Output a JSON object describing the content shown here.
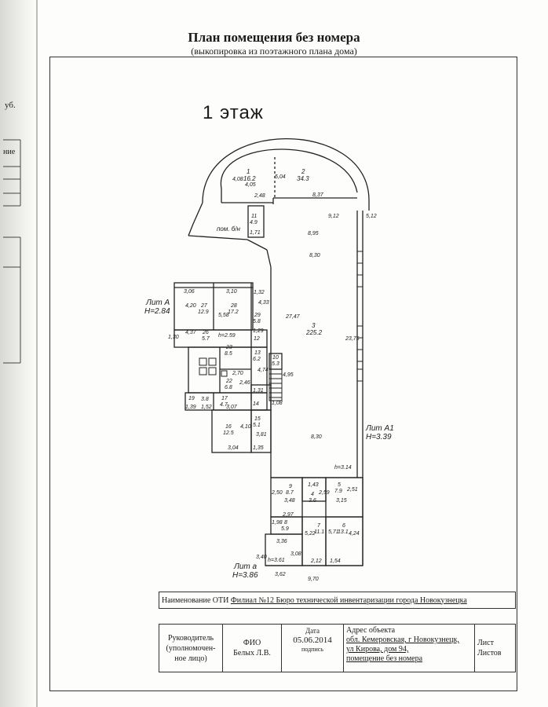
{
  "doc": {
    "title": "План помещения без номера",
    "subtitle": "(выкопировка из поэтажного плана дома)",
    "floor_label": "1 этаж"
  },
  "left_margin": {
    "frag_1": "уб.",
    "frag_2": "ние"
  },
  "plan_labels": {
    "lit_a": "Лит А",
    "h_a": "H=2.84",
    "lit_a1": "Лит А1",
    "h_a1": "H=3.39",
    "lit_a_small": "Лит а",
    "h_a_small": "H=3.86",
    "pom_bn": "пом. б/н",
    "room_1": "1",
    "area_1": "16.2",
    "room_2": "2",
    "area_2": "34.3",
    "room_3": "3",
    "area_3": "225.2",
    "room_5": "5",
    "area_5": "7.9",
    "room_6": "6",
    "area_6": "13.1",
    "room_7": "7",
    "area_7": "11.1",
    "room_8": "8",
    "area_8": "5.9",
    "room_9": "9",
    "area_9": "8.7",
    "room_4": "4",
    "area_4": "3.6",
    "room_10": "10",
    "area_10": "5.3",
    "room_11": "11",
    "area_11": "4.9",
    "room_12": "12",
    "room_13": "13",
    "area_13": "6.2",
    "room_14": "14",
    "room_15": "15",
    "area_15": "5.1",
    "room_16": "16",
    "area_16": "12.5",
    "room_17": "17",
    "area_17": "4.7",
    "room_19": "19",
    "area_19": "3.8",
    "room_22": "22",
    "area_22": "6.8",
    "room_23": "23",
    "area_23": "8.5",
    "room_26": "26",
    "area_26": "5.7",
    "room_27": "27",
    "area_27": "12.9",
    "room_28": "28",
    "area_28": "17.2",
    "room_29": "29",
    "area_29": "5.8",
    "h_259": "h=2.59",
    "h_314": "h=3.14",
    "h_361": "h=3.61",
    "d_408": "4,08",
    "d_405": "4,05",
    "d_504": "5,04",
    "d_248": "2,48",
    "d_837": "8,37",
    "d_912": "9,12",
    "d_512": "5,12",
    "d_895": "8,95",
    "d_830a": "8,30",
    "d_2747": "27,47",
    "d_2375": "23,75",
    "d_830b": "8,30",
    "d_171": "1,71",
    "d_306": "3,06",
    "d_310": "3,10",
    "d_132": "1,32",
    "d_433": "4,33",
    "d_420": "4,20",
    "d_558": "5,58",
    "d_437": "4,37",
    "d_130": "1,30",
    "d_129": "1,29",
    "d_474": "4,74",
    "d_495": "4,95",
    "d_270": "2,70",
    "d_246": "2,46",
    "d_131": "1,31",
    "d_108": "1,08",
    "d_139": "1,39",
    "d_152": "1,52",
    "d_307": "3,07",
    "d_410": "4,10",
    "d_381": "3,81",
    "d_304": "3,04",
    "d_135": "1,35",
    "d_250": "2,50",
    "d_348": "3,48",
    "d_143": "1,43",
    "d_259": "2,59",
    "d_315": "3,15",
    "d_251": "2,51",
    "d_297": "2,97",
    "d_198": "1,98",
    "d_522": "5,22",
    "d_571": "5,71",
    "d_424": "4,24",
    "d_336": "3,36",
    "d_340": "3,40",
    "d_308": "3,08",
    "d_212": "2,12",
    "d_154": "1,54",
    "d_362": "3,62",
    "d_970": "9,70"
  },
  "stamp": {
    "name_label": "Наименование ОТИ",
    "name_value": "Филиал №12 Бюро технической инвентаризации города Новокузнецка",
    "head_label_1": "Руководитель",
    "head_label_2": "(уполномочен-",
    "head_label_3": "ное лицо)",
    "fio_label": "ФИО",
    "fio_value": "Белых Л.В.",
    "date_label": "Дата",
    "date_value": "05.06.2014",
    "sign_label": "подпись",
    "addr_label": "Адрес объекта",
    "addr_1": "обл. Кемеровская, г Новокузнецк,",
    "addr_2": "ул Кирова, дом 94,",
    "addr_3": "помещение без номера",
    "sheet_label": "Лист",
    "sheets_label": "Листов"
  }
}
